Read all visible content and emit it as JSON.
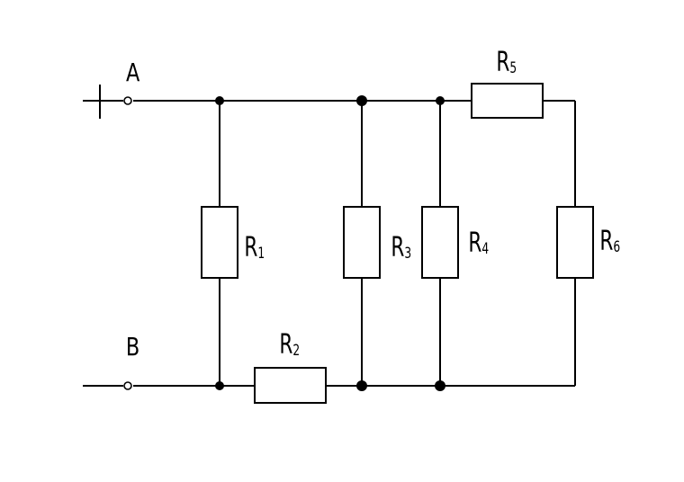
{
  "terminals": {
    "a": {
      "label": "A"
    },
    "b": {
      "label": "B"
    }
  },
  "resistors": [
    {
      "id": "r1",
      "main": "R",
      "sub": "1"
    },
    {
      "id": "r2",
      "main": "R",
      "sub": "2"
    },
    {
      "id": "r3",
      "main": "R",
      "sub": "3"
    },
    {
      "id": "r4",
      "main": "R",
      "sub": "4"
    },
    {
      "id": "r5",
      "main": "R",
      "sub": "5"
    },
    {
      "id": "r6",
      "main": "R",
      "sub": "6"
    }
  ],
  "colors": {
    "stroke": "#000000",
    "background": "#ffffff"
  }
}
